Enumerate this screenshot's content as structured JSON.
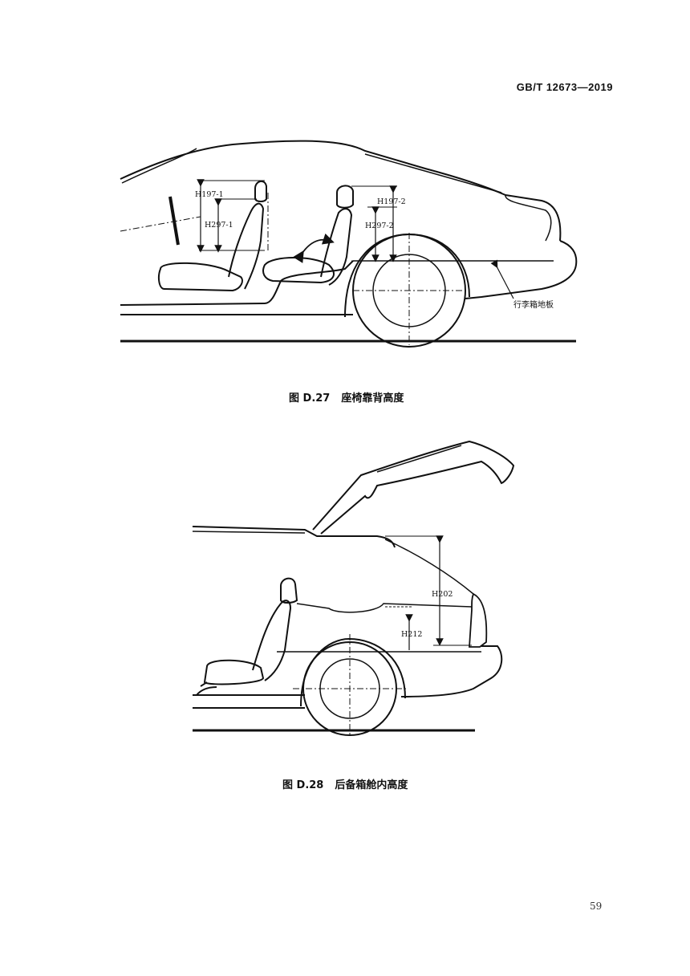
{
  "header": {
    "standard_code": "GB/T 12673—2019"
  },
  "figure_d27": {
    "caption_number": "图 D.27",
    "caption_title": "座椅靠背高度",
    "labels": {
      "h197_1": "H197-1",
      "h297_1": "H297-1",
      "h197_2": "H197-2",
      "h297_2": "H297-2",
      "luggage_floor": "行李箱地板"
    }
  },
  "figure_d28": {
    "caption_number": "图 D.28",
    "caption_title": "后备箱舱内高度",
    "labels": {
      "h202": "H202",
      "h212": "H212"
    }
  },
  "footer": {
    "page_number": "59"
  }
}
